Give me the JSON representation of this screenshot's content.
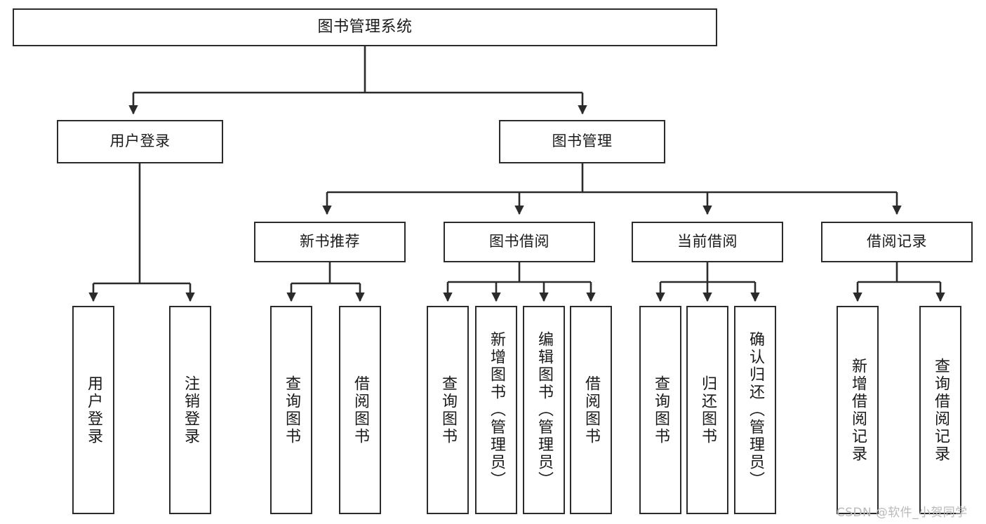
{
  "diagram": {
    "type": "tree",
    "title": "图书管理系统",
    "style": {
      "line_color": "#2b2b2b",
      "box_fill": "#ffffff",
      "text_color": "#1a1a1a",
      "watermark_color": "#b9b9b9"
    },
    "root": {
      "label": "图书管理系统"
    },
    "level2": [
      {
        "label": "用户登录"
      },
      {
        "label": "图书管理"
      }
    ],
    "level3": [
      {
        "label": "新书推荐"
      },
      {
        "label": "图书借阅"
      },
      {
        "label": "当前借阅"
      },
      {
        "label": "借阅记录"
      }
    ],
    "leaves": {
      "user_login": [
        {
          "label": "用户登录"
        },
        {
          "label": "注销登录"
        }
      ],
      "new_book_recommend": [
        {
          "label": "查询图书"
        },
        {
          "label": "借阅图书"
        }
      ],
      "book_borrow": [
        {
          "label": "查询图书"
        },
        {
          "label": "新增图书（管理员）"
        },
        {
          "label": "编辑图书（管理员）"
        },
        {
          "label": "借阅图书"
        }
      ],
      "current_borrow": [
        {
          "label": "查询图书"
        },
        {
          "label": "归还图书"
        },
        {
          "label": "确认归还（管理员）"
        }
      ],
      "borrow_records": [
        {
          "label": "新增借阅记录"
        },
        {
          "label": "查询借阅记录"
        }
      ]
    }
  },
  "watermark": {
    "text": "CSDN @软件_小贺同学"
  }
}
